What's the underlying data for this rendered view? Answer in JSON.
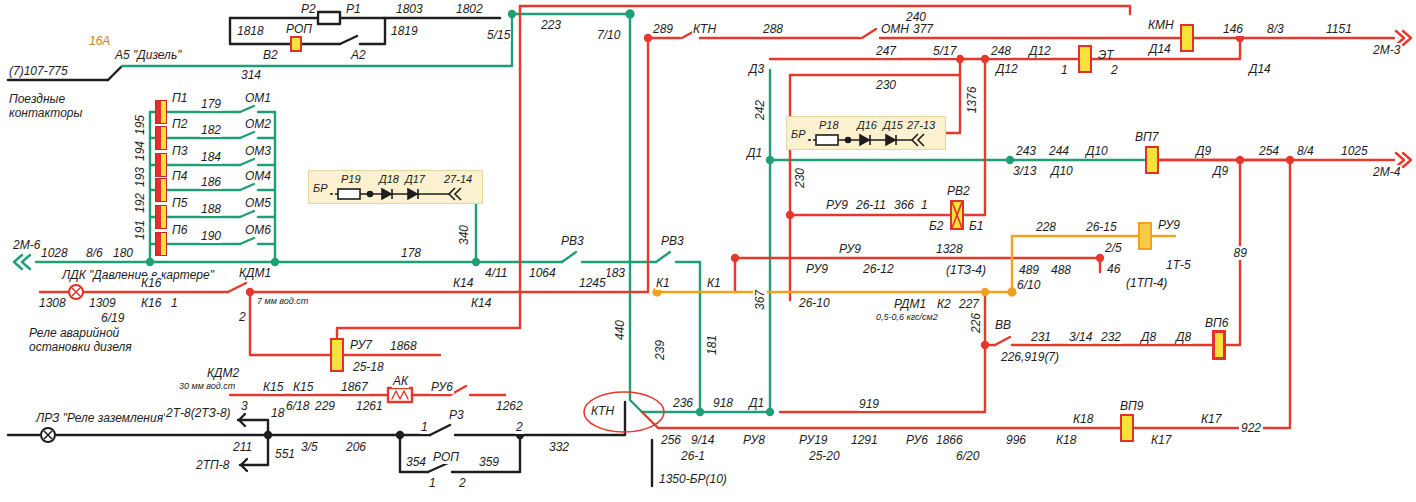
{
  "diagram": {
    "nodes": [
      {
        "text": [
          "П1"
        ]
      },
      {
        "text": [
          "П2"
        ]
      },
      {
        "text": [
          "П3"
        ]
      },
      {
        "text": [
          "П4"
        ]
      },
      {
        "text": [
          "П5"
        ]
      },
      {
        "text": [
          "П6"
        ]
      },
      {
        "text": [
          "РОП"
        ]
      },
      {
        "text": [
          "БР",
          "Р19",
          "Д18",
          "Д17",
          "27-14"
        ]
      },
      {
        "text": [
          "БР",
          "Р18",
          "Д16",
          "Д15",
          "27-13"
        ]
      },
      {
        "text": [
          "ЛДК \"Давление в картере\""
        ]
      },
      {
        "text": [
          "РУ7"
        ]
      },
      {
        "text": [
          "ЛРЗ \"Реле заземления\""
        ]
      },
      {
        "text": [
          "ЭТ"
        ]
      },
      {
        "text": [
          "КМН"
        ]
      },
      {
        "text": [
          "ВП7"
        ]
      },
      {
        "text": [
          "РВ2"
        ]
      },
      {
        "text": [
          "РУ9"
        ]
      },
      {
        "text": [
          "ВП6"
        ]
      },
      {
        "text": [
          "ВП9"
        ]
      }
    ],
    "edges": [
      {
        "from": 14,
        "to": 17,
        "arrow": "none",
        "label": "89"
      },
      {
        "from": 18,
        "to": 14,
        "arrow": "none",
        "label": "922"
      }
    ],
    "labels": [
      "1803",
      "1802",
      "Р2",
      "Р1",
      "1818",
      "1819",
      "В2",
      "А2",
      "16А",
      "А5 \"Дизель\"",
      "314",
      "(7)107-775",
      "Поездные контакторы",
      "223",
      "5/15",
      "7/10",
      "240",
      "289",
      "КТН",
      "288",
      "ОМН",
      "377",
      "247",
      "5/17",
      "248",
      "Д12",
      "Д12",
      "1",
      "2",
      "Д14",
      "146",
      "8/3",
      "1151",
      "2М-3",
      "Д14",
      "Д3",
      "230",
      "1376",
      "242",
      "Д1",
      "243",
      "3/13",
      "244",
      "Д10",
      "Д10",
      "Д9",
      "254",
      "8/4",
      "1025",
      "Д9",
      "2М-4",
      "РУ9",
      "26-11",
      "366",
      "1",
      "Б2",
      "Б1",
      "230",
      "367",
      "РУ9",
      "1328",
      "РУ9",
      "26-12",
      "26-10",
      "РДМ1",
      "0,5-0,6 кгс/см2",
      "228",
      "26-15",
      "2/5",
      "46",
      "1Т-5",
      "(1ТЗ-4)",
      "489",
      "488",
      "(1ТП-4)",
      "К2",
      "227",
      "6/10",
      "226",
      "ВВ",
      "231",
      "3/14",
      "232",
      "Д8",
      "Д8",
      "226,919(7)",
      "2М-6",
      "1028",
      "8/6",
      "180",
      "195",
      "194",
      "193",
      "192",
      "191",
      "179",
      "182",
      "184",
      "186",
      "188",
      "190",
      "ОМ1",
      "ОМ2",
      "ОМ3",
      "ОМ4",
      "ОМ5",
      "ОМ6",
      "178",
      "340",
      "4/11",
      "1064",
      "РВ3",
      "183",
      "РВ3",
      "440",
      "1245",
      "К14",
      "К14",
      "К1",
      "К1",
      "1308",
      "1309",
      "К16",
      "6/19",
      "К16",
      "1",
      "Реле аварийной остановки дизеля",
      "КДМ1",
      "7 мм вод.ст",
      "2",
      "1868",
      "25-18",
      "КДМ2",
      "30 мм вод.ст",
      "К15",
      "К15",
      "1867",
      "АК",
      "РУ6",
      "3",
      "6/18",
      "229",
      "1261",
      "1262",
      "18",
      "2Т-8(2ТЗ-8)",
      "211",
      "3/5",
      "206",
      "1",
      "Р3",
      "2",
      "332",
      "2ТП-8",
      "551",
      "354",
      "РОП",
      "359",
      "1",
      "2",
      "КТН",
      "239",
      "181",
      "236",
      "918",
      "256",
      "9/14",
      "26-1",
      "1350-БР(10)",
      "Д1",
      "919",
      "РУ8",
      "РУ19",
      "1291",
      "25-20",
      "РУ6",
      "1866",
      "6/20",
      "996",
      "К18",
      "К18",
      "К17",
      "К17"
    ]
  }
}
